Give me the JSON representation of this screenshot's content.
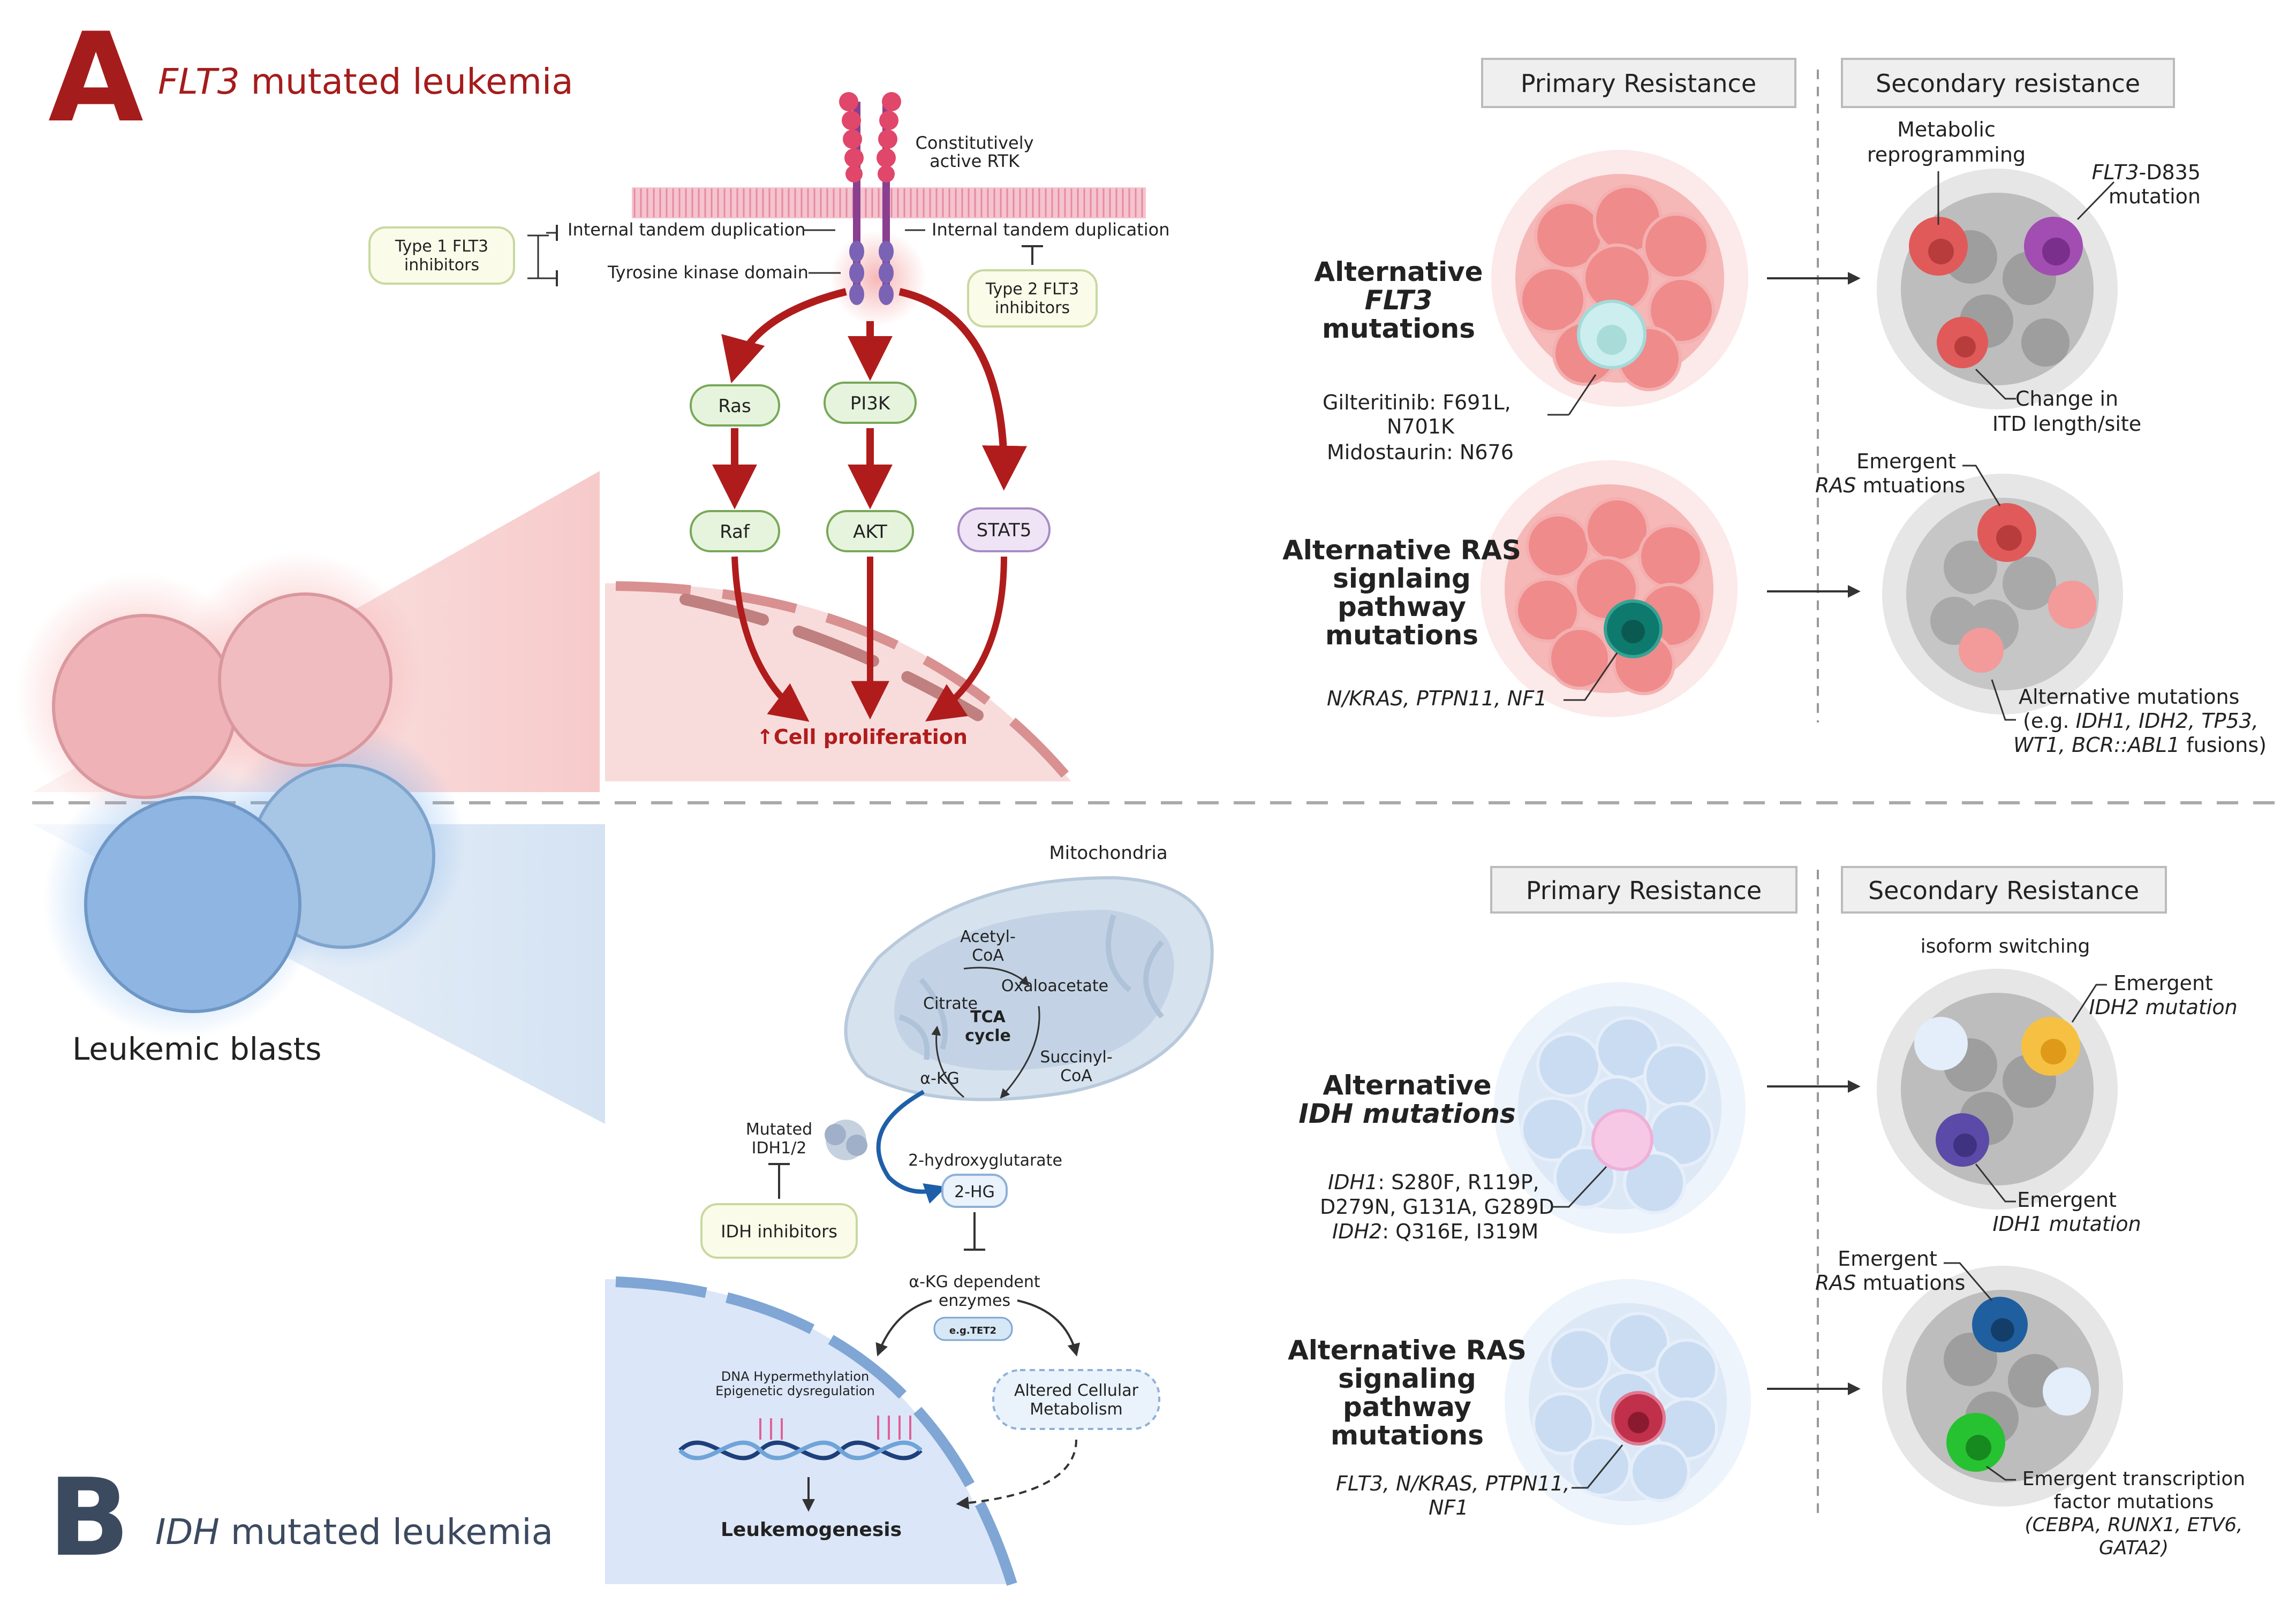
{
  "panel_a": {
    "letter": "A",
    "title_italic": "FLT3",
    "title_rest": " mutated leukemia",
    "rtk_label_1": "Constitutively",
    "rtk_label_2": "active RTK",
    "itd_left": "Internal tandem duplication",
    "itd_right": "Internal tandem duplication",
    "tkd": "Tyrosine kinase domain",
    "type1_1": "Type 1 FLT3",
    "type1_2": "inhibitors",
    "type2_1": "Type 2 FLT3",
    "type2_2": "inhibitors",
    "ras": "Ras",
    "pi3k": "PI3K",
    "raf": "Raf",
    "akt": "AKT",
    "stat5": "STAT5",
    "prolif": "↑Cell proliferation",
    "primary": "Primary Resistance",
    "secondary": "Secondary resistance",
    "alt_flt3_1": "Alternative",
    "alt_flt3_2": "FLT3",
    "alt_flt3_3": "mutations",
    "gilt_1": "Gilteritinib: F691L,",
    "gilt_2": "N701K",
    "gilt_3": "Midostaurin: N676",
    "alt_ras_1": "Alternative RAS",
    "alt_ras_2": "signlaing",
    "alt_ras_3": "pathway",
    "alt_ras_4": "mutations",
    "nkras": "N/KRAS, PTPN11, NF1",
    "metab_1": "Metabolic",
    "metab_2": "reprogramming",
    "d835_1_it": "FLT3",
    "d835_1_rest": "-D835",
    "d835_2": "mutation",
    "itd_change_1": "Change in",
    "itd_change_2": "ITD length/site",
    "emergent_ras_1": "Emergent",
    "emergent_ras_2_it": "RAS",
    "emergent_ras_2_rest": " mtuations",
    "altmut_1": "Alternative mutations",
    "altmut_2_a": "(e.g. ",
    "altmut_2_b": "IDH1, IDH2, TP53,",
    "altmut_3_a": "WT1, BCR::ABL1",
    "altmut_3_b": " fusions)"
  },
  "blasts_label": "Leukemic blasts",
  "panel_b": {
    "letter": "B",
    "title_italic": "IDH",
    "title_rest": " mutated leukemia",
    "mito": "Mitochondria",
    "acetyl_1": "Acetyl-",
    "acetyl_2": "CoA",
    "oxalo": "Oxaloacetate",
    "citrate": "Citrate",
    "tca_1": "TCA",
    "tca_2": "cycle",
    "succ_1": "Succinyl-",
    "succ_2": "CoA",
    "akg": "α-KG",
    "mut_idh_1": "Mutated",
    "mut_idh_2": "IDH1/2",
    "idh_inhib": "IDH inhibitors",
    "hg_long": "2-hydroxyglutarate",
    "hg": "2-HG",
    "akg_dep_1": "α-KG dependent",
    "akg_dep_2": "enzymes",
    "tet2": "e.g.TET2",
    "dna_1": "DNA Hypermethylation",
    "dna_2": "Epigenetic dysregulation",
    "altered_1": "Altered Cellular",
    "altered_2": "Metabolism",
    "leuko": "Leukemogenesis",
    "primary": "Primary Resistance",
    "secondary": "Secondary Resistance",
    "alt_idh_1": "Alternative",
    "alt_idh_2": "IDH mutations",
    "idh1_it": "IDH1",
    "idh1_rest": ":  S280F, R119P,",
    "idh1_2": "D279N, G131A, G289D",
    "idh2_it": "IDH2",
    "idh2_rest": ": Q316E, I319M",
    "alt_ras_1": "Alternative RAS",
    "alt_ras_2": "signaling",
    "alt_ras_3": "pathway",
    "alt_ras_4": "mutations",
    "flt3_list_1": "FLT3, N/KRAS, PTPN11,",
    "flt3_list_2": "NF1",
    "isoform": "isoform switching",
    "em_idh2_1": "Emergent",
    "em_idh2_2": "IDH2 mutation",
    "em_idh1_1": "Emergent",
    "em_idh1_2": "IDH1 mutation",
    "em_ras_1": "Emergent",
    "em_ras_2_it": "RAS",
    "em_ras_2_rest": " mtuations",
    "em_tf_1": "Emergent transcription",
    "em_tf_2": "factor mutations",
    "em_tf_3": "(CEBPA, RUNX1, ETV6,",
    "em_tf_4": "GATA2)"
  },
  "colors": {
    "red_title": "#a51c1c",
    "arrow_red": "#b01c1c",
    "slate": "#3c4a60",
    "green_box": "#e7f4dd",
    "purple_box": "#efe4f6",
    "cell_pink": "#f28a8a",
    "cell_blue": "#cfe0f2"
  }
}
